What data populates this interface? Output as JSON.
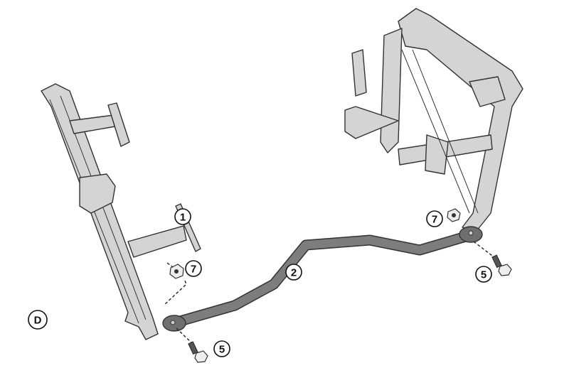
{
  "figure": {
    "step_label": "D",
    "callouts": {
      "left_bracket": "1",
      "connecting_bar": "2",
      "left_nut": "7",
      "left_bolt": "5",
      "right_nut": "7",
      "right_bolt": "5"
    },
    "colors": {
      "frame": "#d4d4d4",
      "bar": "#7d7d7d",
      "outline": "#333333"
    }
  }
}
